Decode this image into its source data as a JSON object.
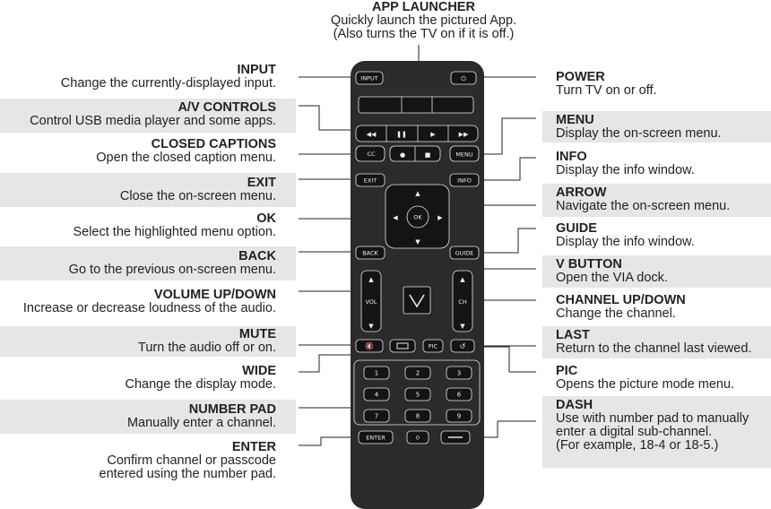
{
  "app_launcher": {
    "title": "APP LAUNCHER",
    "line1": "Quickly launch the pictured App.",
    "line2": "(Also turns the TV on if it is off.)"
  },
  "left": [
    {
      "title": "INPUT",
      "desc": "Change the currently-displayed input."
    },
    {
      "title": "A/V CONTROLS",
      "desc": "Control USB media player and some apps."
    },
    {
      "title": "CLOSED CAPTIONS",
      "desc": "Open the closed caption menu."
    },
    {
      "title": "EXIT",
      "desc": "Close the on-screen menu."
    },
    {
      "title": "OK",
      "desc": "Select the highlighted menu option."
    },
    {
      "title": "BACK",
      "desc": "Go to the previous on-screen menu."
    },
    {
      "title": "VOLUME UP/DOWN",
      "desc": "Increase or decrease loudness of the audio."
    },
    {
      "title": "MUTE",
      "desc": "Turn the audio off or on."
    },
    {
      "title": "WIDE",
      "desc": "Change the display mode."
    },
    {
      "title": "NUMBER PAD",
      "desc": "Manually enter a channel."
    },
    {
      "title": "ENTER",
      "desc": "Confirm channel or passcode",
      "desc2": "entered using the number pad."
    }
  ],
  "right": [
    {
      "title": "POWER",
      "desc": "Turn TV on or off."
    },
    {
      "title": "MENU",
      "desc": "Display the on-screen menu."
    },
    {
      "title": "INFO",
      "desc": "Display the info window."
    },
    {
      "title": "ARROW",
      "desc": "Navigate the on-screen menu."
    },
    {
      "title": "GUIDE",
      "desc": "Display the info window."
    },
    {
      "title": "V BUTTON",
      "desc": "Open the VIA dock."
    },
    {
      "title": "CHANNEL UP/DOWN",
      "desc": "Change the channel."
    },
    {
      "title": "LAST",
      "desc": "Return to the channel last viewed."
    },
    {
      "title": "PIC",
      "desc": "Opens the picture mode menu."
    },
    {
      "title": "DASH",
      "desc": "Use with number pad to manually",
      "desc2": "enter a digital sub-channel.",
      "desc3": "(For example, 18-4 or 18-5.)"
    }
  ],
  "remote": {
    "input": "INPUT",
    "cc": "CC",
    "menu": "MENU",
    "exit": "EXIT",
    "info": "INFO",
    "ok": "OK",
    "back": "BACK",
    "guide": "GUIDE",
    "vol": "VOL",
    "ch": "CH",
    "pic": "PIC",
    "enter": "ENTER",
    "digits": [
      "1",
      "2",
      "3",
      "4",
      "5",
      "6",
      "7",
      "8",
      "9",
      "0"
    ]
  },
  "colors": {
    "band": "#e6e6e6",
    "remote_body": "#2b2b2b",
    "button": "#141414",
    "button_outline": "#e8e8e8"
  }
}
